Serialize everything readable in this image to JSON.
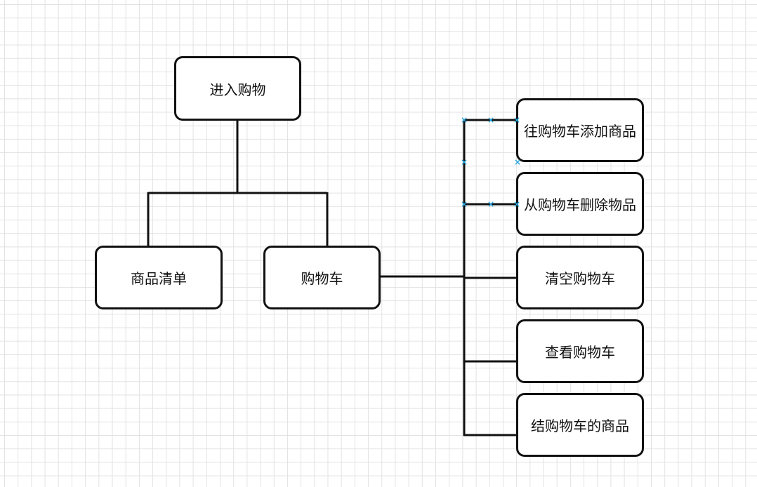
{
  "diagram": {
    "root": {
      "label": "进入购物"
    },
    "level1": [
      {
        "label": "商品清单"
      },
      {
        "label": "购物车"
      }
    ],
    "cart_children": [
      {
        "label": "往购物车添加商品"
      },
      {
        "label": "从购物车删除物品"
      },
      {
        "label": "清空购物车"
      },
      {
        "label": "查看购物车"
      },
      {
        "label": "结购物车的商品"
      }
    ]
  },
  "colors": {
    "line": "#111111",
    "grid": "#e2e2e2",
    "selection_marker": "#29a8e0"
  },
  "icons": {
    "selection_marker": "x-marker-icon"
  }
}
